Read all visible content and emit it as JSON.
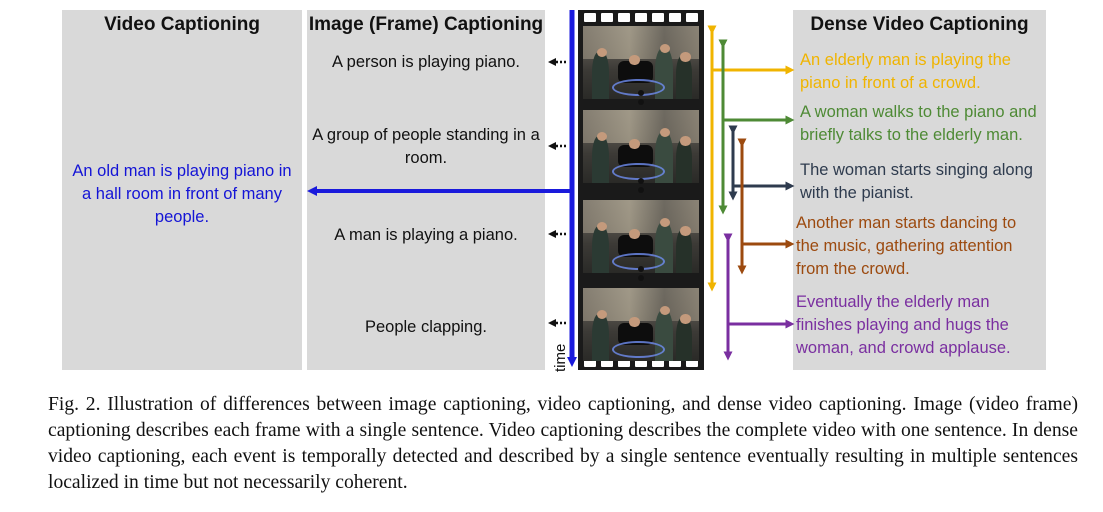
{
  "panels": {
    "video": {
      "title": "Video Captioning",
      "caption": "An old man is playing piano in a hall room in front of many people."
    },
    "image": {
      "title": "Image (Frame) Captioning",
      "captions": [
        "A person is playing piano.",
        "A group of people standing in a room.",
        "A man is playing a piano.",
        "People clapping."
      ]
    },
    "dense": {
      "title": "Dense Video Captioning",
      "events": [
        {
          "text": "An elderly man is playing the piano in front of a crowd.",
          "color": "#f0b400"
        },
        {
          "text": "A woman walks to the piano and briefly talks to the elderly man.",
          "color": "#4e8a35"
        },
        {
          "text": "The woman starts singing along with the pianist.",
          "color": "#2e3b4e"
        },
        {
          "text": "Another man starts dancing to the music, gathering attention from the crowd.",
          "color": "#9c4a0f"
        },
        {
          "text": "Eventually the elderly man finishes playing and hugs the woman, and crowd applause.",
          "color": "#7a2fa0"
        }
      ]
    }
  },
  "timeline": {
    "label": "time",
    "color": "#1a1adc"
  },
  "figure_caption": "Fig. 2.  Illustration of differences between image captioning, video captioning, and dense video captioning. Image (video frame) captioning describes each frame with a single sentence. Video captioning describes the complete video with one sentence. In dense video captioning, each event is temporally detected and described by a single sentence eventually resulting in multiple sentences localized in time but not necessarily coherent."
}
